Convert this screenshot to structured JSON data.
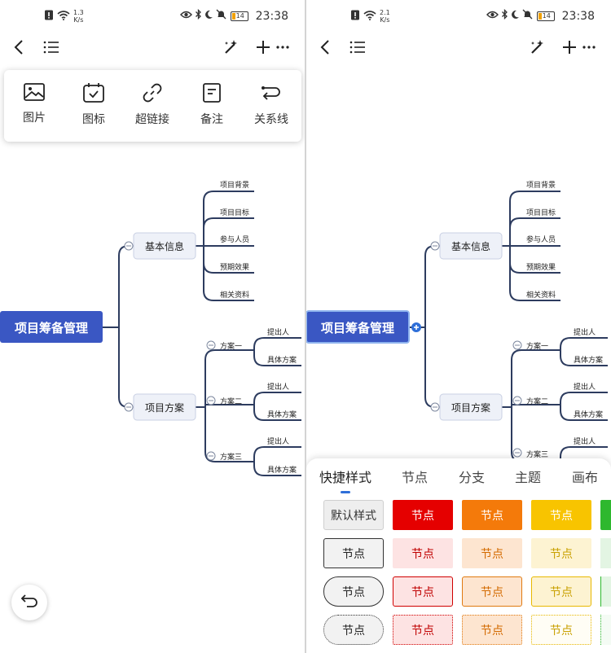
{
  "left_screen": {
    "status": {
      "net_speed": "1.3",
      "net_unit": "K/s",
      "battery": "14",
      "time": "23:38"
    },
    "toolbar_icons": [
      "back-icon",
      "outline-icon",
      "magic-wand-icon",
      "add-icon",
      "more-icon"
    ],
    "insert_menu": [
      {
        "icon": "image-icon",
        "label": "图片"
      },
      {
        "icon": "calendar-icon",
        "label": "图标"
      },
      {
        "icon": "link-icon",
        "label": "超链接"
      },
      {
        "icon": "note-icon",
        "label": "备注"
      },
      {
        "icon": "relation-icon",
        "label": "关系线"
      }
    ],
    "undo_icon": "undo-icon"
  },
  "right_screen": {
    "status": {
      "net_speed": "2.1",
      "net_unit": "K/s",
      "battery": "14",
      "time": "23:38"
    },
    "toolbar_icons": [
      "back-icon",
      "outline-icon",
      "magic-wand-icon",
      "add-icon",
      "more-icon"
    ],
    "style_tabs": [
      "快捷样式",
      "节点",
      "分支",
      "主题",
      "画布"
    ],
    "active_tab": "快捷样式",
    "style_grid": [
      [
        "默认样式",
        "节点",
        "节点",
        "节点"
      ],
      [
        "节点",
        "节点",
        "节点",
        "节点"
      ],
      [
        "节点",
        "节点",
        "节点",
        "节点"
      ],
      [
        "节点",
        "节点",
        "节点",
        "节点"
      ]
    ]
  },
  "mindmap": {
    "root": "项目筹备管理",
    "branches": [
      {
        "label": "基本信息",
        "children": [
          "项目背景",
          "项目目标",
          "参与人员",
          "预期效果",
          "相关资料"
        ]
      },
      {
        "label": "项目方案",
        "children": [
          {
            "label": "方案一",
            "children": [
              "提出人",
              "具体方案"
            ]
          },
          {
            "label": "方案二",
            "children": [
              "提出人",
              "具体方案"
            ]
          },
          {
            "label": "方案三",
            "children": [
              "提出人",
              "具体方案"
            ]
          }
        ]
      }
    ]
  },
  "colors": {
    "root_fill": "#3a57c3",
    "branch_line": "#2d3c5f",
    "branch_fill": "#eef1f8",
    "accent_blue": "#2f6fd8"
  }
}
